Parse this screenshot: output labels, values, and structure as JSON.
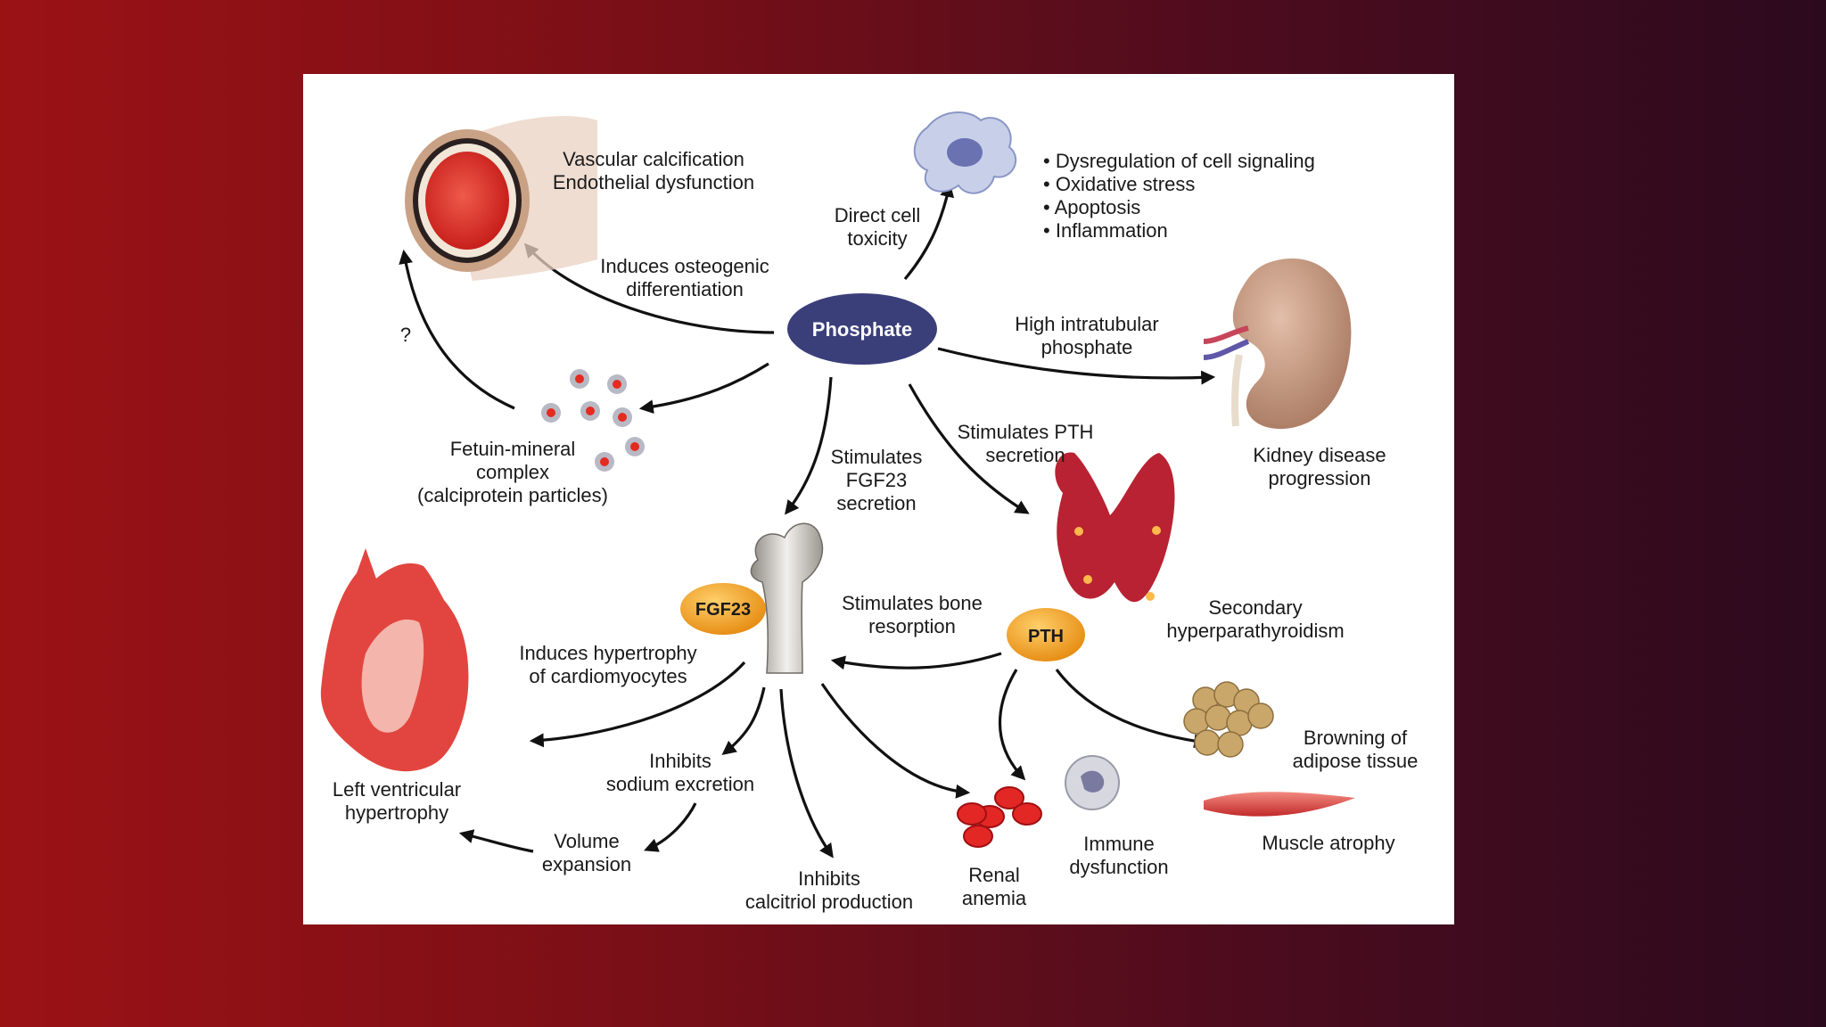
{
  "nodes": {
    "phosphate": "Phosphate",
    "fgf23": "FGF23",
    "pth": "PTH"
  },
  "labels": {
    "vascular_1": "Vascular calcification",
    "vascular_2": "Endothelial dysfunction",
    "direct_1": "Direct cell",
    "direct_2": "toxicity",
    "bullets": [
      "Dysregulation of cell signaling",
      "Oxidative stress",
      "Apoptosis",
      "Inflammation"
    ],
    "osteo_1": "Induces osteogenic",
    "osteo_2": "differentiation",
    "high_1": "High intratubular",
    "high_2": "phosphate",
    "kidney_1": "Kidney disease",
    "kidney_2": "progression",
    "question": "?",
    "fetuin_1": "Fetuin-mineral",
    "fetuin_2": "complex",
    "fetuin_3": "(calciprotein particles)",
    "fgfsec_1": "Stimulates",
    "fgfsec_2": "FGF23",
    "fgfsec_3": "secretion",
    "pthsec_1": "Stimulates PTH",
    "pthsec_2": "secretion",
    "bone_1": "Stimulates bone",
    "bone_2": "resorption",
    "sec_1": "Secondary",
    "sec_2": "hyperparathyroidism",
    "hyper_1": "Induces hypertrophy",
    "hyper_2": "of cardiomyocytes",
    "lvh_1": "Left ventricular",
    "lvh_2": "hypertrophy",
    "sodium_1": "Inhibits",
    "sodium_2": "sodium excretion",
    "volume_1": "Volume",
    "volume_2": "expansion",
    "calcitriol_1": "Inhibits",
    "calcitriol_2": "calcitriol production",
    "anemia_1": "Renal",
    "anemia_2": "anemia",
    "immune_1": "Immune",
    "immune_2": "dysfunction",
    "browning_1": "Browning of",
    "browning_2": "adipose tissue",
    "muscle": "Muscle atrophy"
  },
  "icons": [
    "artery-icon",
    "toxic-cell-icon",
    "kidney-icon",
    "calciprotein-particles-icon",
    "bone-icon",
    "parathyroid-icon",
    "heart-icon",
    "adipose-tissue-icon",
    "muscle-icon",
    "red-blood-cells-icon",
    "immune-cell-icon"
  ],
  "colors": {
    "background_left": "#9b1215",
    "background_right": "#2c0a1e",
    "phosphate_node": "#3a3f7a",
    "fgf23_node": "#f0a020",
    "pth_node": "#f0a020"
  }
}
